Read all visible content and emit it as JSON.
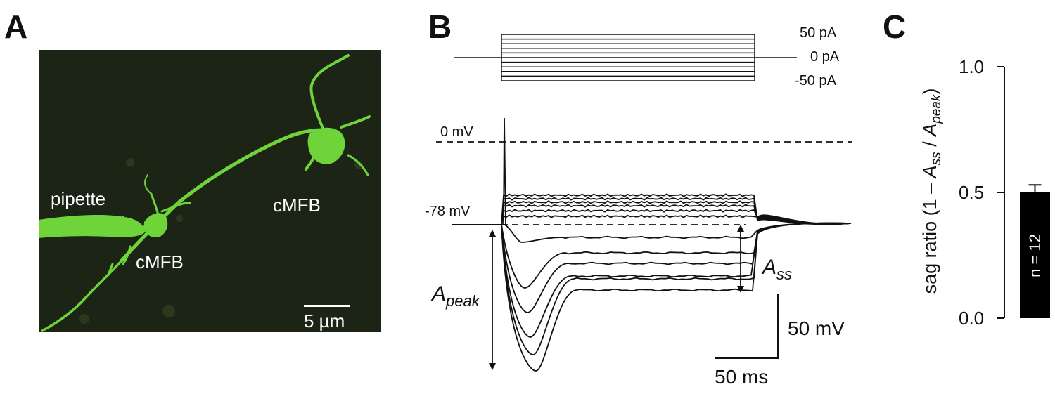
{
  "panels": {
    "a": {
      "letter": "A",
      "labels": {
        "pipette": "pipette",
        "cmfb_left": "cMFB",
        "cmfb_right": "cMFB"
      },
      "scalebar": "5 µm",
      "colors": {
        "background": "#1c2415",
        "structure": "#6fd43a"
      }
    },
    "b": {
      "letter": "B",
      "stimulus": {
        "top": "50 pA",
        "zero": "0 pA",
        "bottom": "-50 pA",
        "steps": 11
      },
      "voltage": {
        "zero_label": "0 mV",
        "rest_label": "-78 mV"
      },
      "annotations": {
        "a_peak_main": "A",
        "a_peak_sub": "peak",
        "a_ss_main": "A",
        "a_ss_sub": "ss"
      },
      "scalebars": {
        "voltage": "50 mV",
        "time": "50 ms"
      }
    },
    "c": {
      "letter": "C",
      "ylabel": {
        "pre": "sag ratio (1 – ",
        "a1": "A",
        "ss": "ss",
        "mid": " / ",
        "a2": "A",
        "peak": "peak",
        "post": ")"
      },
      "y_ticks": [
        "0.0",
        "0.5",
        "1.0"
      ],
      "bar_label": "n = 12"
    }
  },
  "chart_data": {
    "type": "bar",
    "categories": [
      ""
    ],
    "values": [
      0.5
    ],
    "error": [
      0.03
    ],
    "ylim": [
      0,
      1.0
    ],
    "ylabel": "sag ratio (1 – Ass / Apeak)",
    "annotation": "n = 12"
  }
}
